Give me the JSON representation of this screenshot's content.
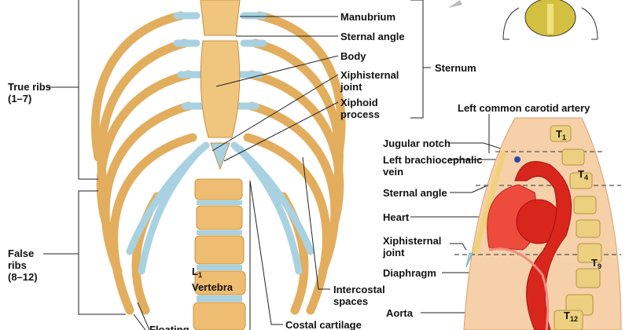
{
  "left_labels": {
    "manubrium": "Manubrium",
    "sternal_angle": "Sternal angle",
    "body": "Body",
    "xiphisternal_joint": [
      "Xiphisternal",
      "joint"
    ],
    "xiphoid_process": [
      "Xiphoid",
      "process"
    ],
    "sternum": "Sternum",
    "true_ribs": [
      "True ribs",
      "(1–7)"
    ],
    "false_ribs": [
      "False",
      "ribs",
      "(8–12)"
    ],
    "vertebra": {
      "letter": "L",
      "sub": "1",
      "name": "Vertebra"
    },
    "intercostal_spaces": [
      "Intercostal",
      "spaces"
    ],
    "costal_cartilage": "Costal cartilage",
    "floating": "Floating"
  },
  "right_labels": {
    "left_common_carotid": "Left common carotid artery",
    "jugular_notch": "Jugular notch",
    "left_brachiocephalic_vein": [
      "Left brachiocephalic",
      "vein"
    ],
    "sternal_angle": "Sternal angle",
    "heart": "Heart",
    "xiphisternal_joint": [
      "Xiphisternal",
      "joint"
    ],
    "diaphragm": "Diaphragm",
    "aorta": "Aorta",
    "vertebrae": [
      {
        "letter": "T",
        "sub": "1"
      },
      {
        "letter": "T",
        "sub": "4"
      },
      {
        "letter": "T",
        "sub": "9"
      },
      {
        "letter": "T",
        "sub": "12"
      }
    ]
  },
  "colors": {
    "bone": "#e9b86a",
    "cartilage": "#a8d2e2",
    "skin": "#f6d0a8",
    "artery": "#d9261c",
    "heart": "#ee4b3c"
  }
}
